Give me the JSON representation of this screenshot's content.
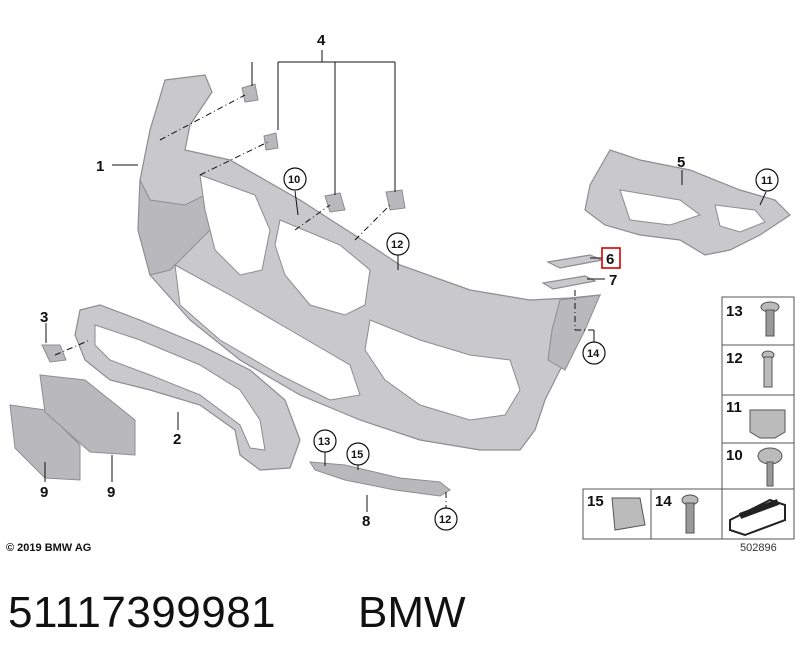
{
  "callouts": {
    "c1": "1",
    "c2": "2",
    "c3": "3",
    "c4": "4",
    "c5": "5",
    "c6": "6",
    "c7": "7",
    "c8": "8",
    "c9a": "9",
    "c9b": "9",
    "c10": "10",
    "c11a": "11",
    "c12a": "12",
    "c12b": "12",
    "c13": "13",
    "c14": "14",
    "c15": "15"
  },
  "legend": {
    "r13": "13",
    "r12": "12",
    "r11": "11",
    "r10": "10",
    "r15": "15",
    "r14": "14"
  },
  "highlighted_callout": "6",
  "highlight_color": "#d40000",
  "copyright": "© 2019 BMW AG",
  "diagram_number": "502896",
  "part_number": "51117399981",
  "brand": "BMW"
}
